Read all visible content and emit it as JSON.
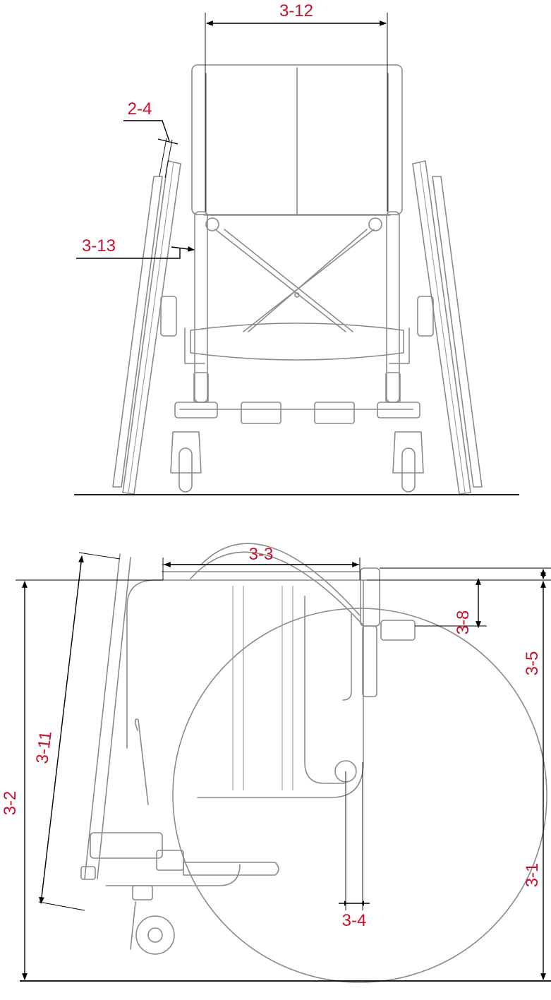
{
  "labels": {
    "seat_width": "3-12",
    "handrim_clearance": "2-4",
    "wheel_camber_gap": "3-13",
    "seat_depth": "3-3",
    "backrest_height": "3-5",
    "armrest_height": "3-8",
    "footrest_length": "3-11",
    "front_seat_height": "3-2",
    "rear_seat_height": "3-1",
    "backrest_offset": "3-4"
  },
  "colors": {
    "label": "#c8102e",
    "dimension_line": "#000000",
    "frame_line": "#8a8a8a"
  }
}
